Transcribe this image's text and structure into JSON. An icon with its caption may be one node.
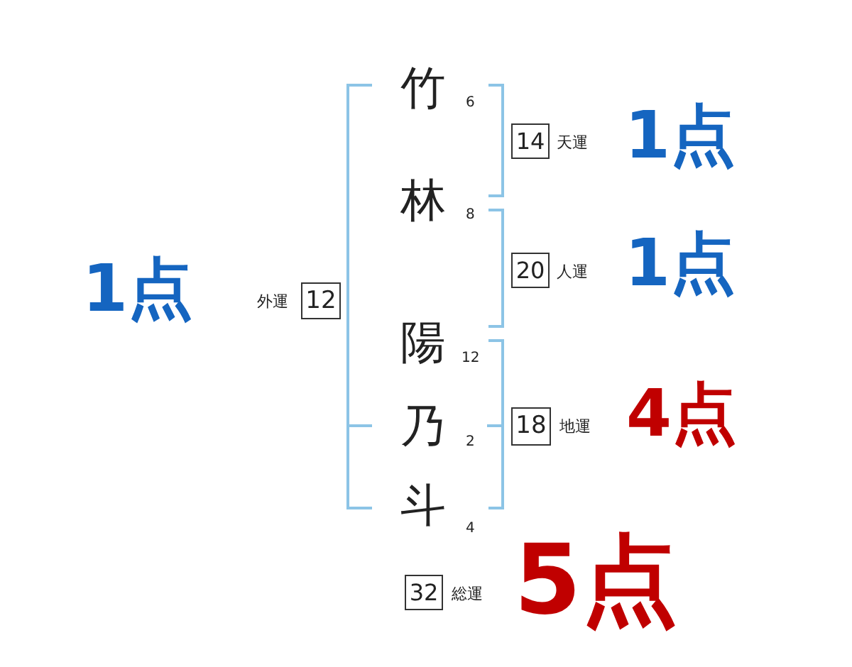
{
  "diagram": {
    "nodes": [
      {
        "text": [
          "12"
        ],
        "beside": [
          "外運"
        ]
      },
      {
        "text": [
          "竹"
        ],
        "beside": [
          "6"
        ]
      },
      {
        "text": [
          "林"
        ],
        "beside": [
          "8"
        ]
      },
      {
        "text": [
          "陽"
        ],
        "beside": [
          "12"
        ]
      },
      {
        "text": [
          "乃"
        ],
        "beside": [
          "2"
        ]
      },
      {
        "text": [
          "斗"
        ],
        "beside": [
          "4"
        ]
      },
      {
        "text": [
          "14"
        ],
        "beside": [
          "天運"
        ]
      },
      {
        "text": [
          "20"
        ],
        "beside": [
          "人運"
        ]
      },
      {
        "text": [
          "18"
        ],
        "beside": [
          "地運"
        ]
      },
      {
        "text": [
          "32"
        ],
        "beside": [
          "総運"
        ]
      }
    ],
    "labels": [
      "1点",
      "1点",
      "1点",
      "4点",
      "5点"
    ]
  }
}
